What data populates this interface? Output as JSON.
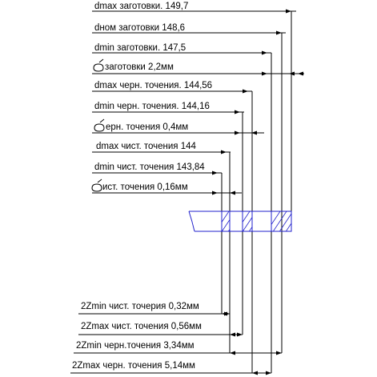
{
  "top_labels": [
    "dmax заготовки. 149,7",
    "dном заготовки 148,6",
    "dmin заготовки. 147,5",
    "заготовки 2,2мм",
    "dmax черн. точения. 144,56",
    "dmin черн. точения. 144,16",
    "ерн. точения 0,4мм",
    "dmax чист. точения 144",
    "dmin чист. точения 143,84",
    "ист. точения 0,16мм"
  ],
  "bottom_labels": [
    "2Zmin чист. точерия 0,32мм",
    "2Zmax  чист. точения 0,56мм",
    "2Zmin черн.точения 3,34мм",
    "2Zmax черн. точения 5,14мм"
  ]
}
